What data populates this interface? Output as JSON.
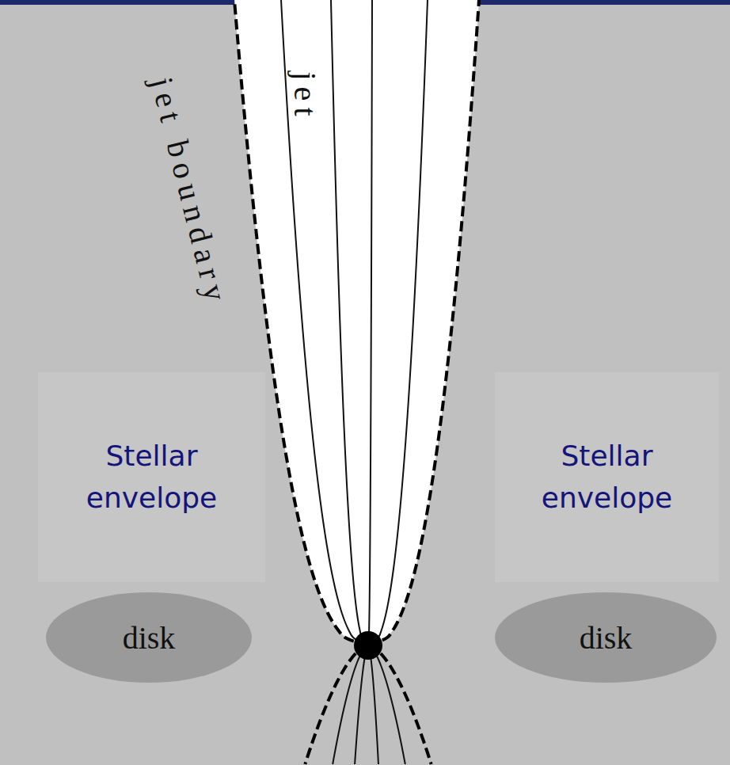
{
  "diagram": {
    "nodes": [
      {
        "text": [
          "Stellar envelope"
        ]
      },
      {
        "text": [
          "Stellar envelope"
        ]
      },
      {
        "text": [
          "disk"
        ]
      },
      {
        "text": [
          "disk"
        ]
      }
    ],
    "labels": [
      "jet boundary",
      "jet"
    ]
  }
}
